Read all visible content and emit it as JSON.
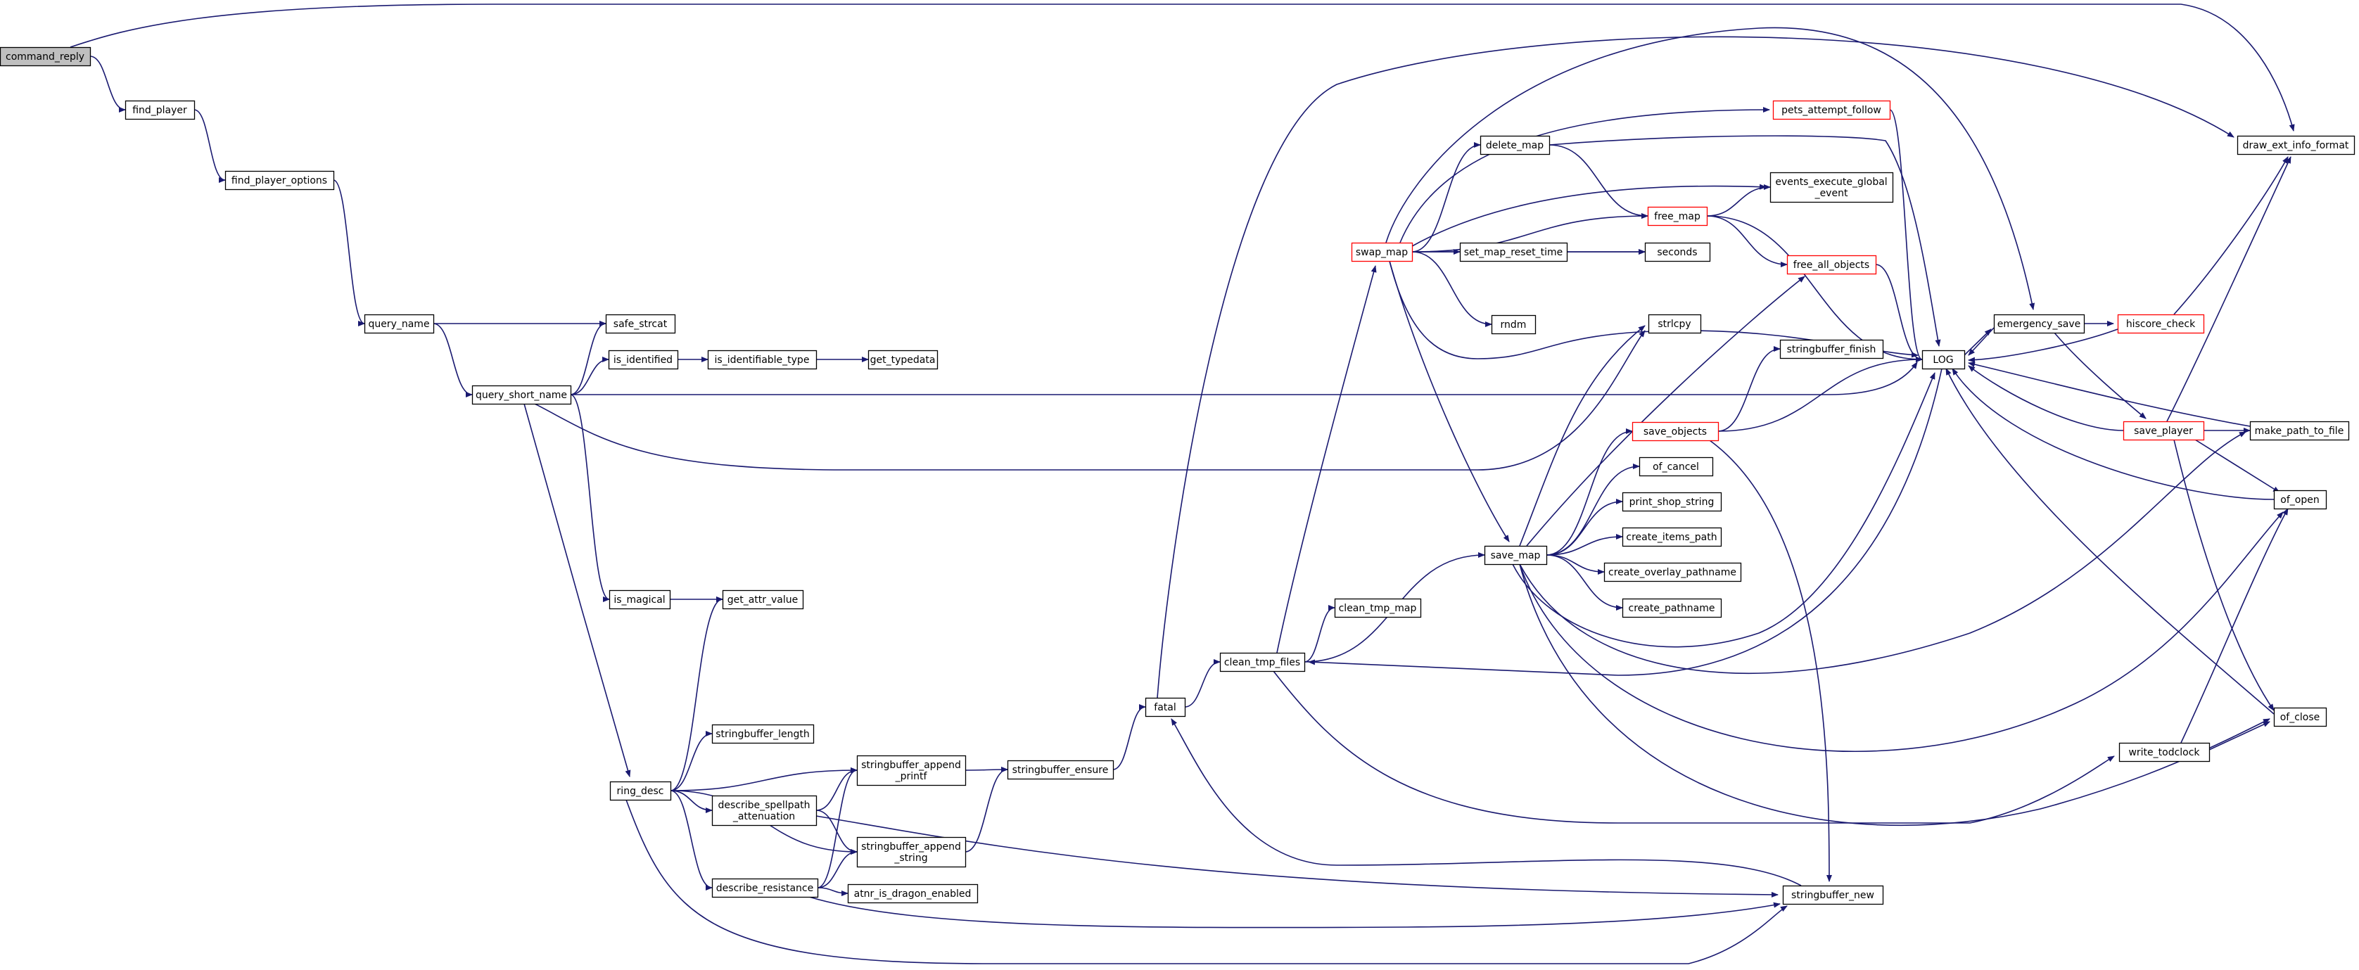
{
  "colors": {
    "edge": "#191970",
    "node_border": "#000000",
    "node_fill": "#ffffff",
    "root_fill": "#bfbfbf",
    "truncated_border": "#ff0000",
    "text": "#000000"
  },
  "nodes": [
    {
      "id": "command_reply",
      "lines": [
        "command_reply"
      ],
      "root": true
    },
    {
      "id": "find_player",
      "lines": [
        "find_player"
      ]
    },
    {
      "id": "find_player_options",
      "lines": [
        "find_player_options"
      ]
    },
    {
      "id": "query_name",
      "lines": [
        "query_name"
      ]
    },
    {
      "id": "safe_strcat",
      "lines": [
        "safe_strcat"
      ]
    },
    {
      "id": "query_short_name",
      "lines": [
        "query_short_name"
      ]
    },
    {
      "id": "is_identified",
      "lines": [
        "is_identified"
      ]
    },
    {
      "id": "is_identifiable_type",
      "lines": [
        "is_identifiable_type"
      ]
    },
    {
      "id": "get_typedata",
      "lines": [
        "get_typedata"
      ]
    },
    {
      "id": "is_magical",
      "lines": [
        "is_magical"
      ]
    },
    {
      "id": "get_attr_value",
      "lines": [
        "get_attr_value"
      ]
    },
    {
      "id": "ring_desc",
      "lines": [
        "ring_desc"
      ]
    },
    {
      "id": "stringbuffer_length",
      "lines": [
        "stringbuffer_length"
      ]
    },
    {
      "id": "describe_spellpath_attenuation",
      "lines": [
        "describe_spellpath",
        "_attenuation"
      ]
    },
    {
      "id": "describe_resistance",
      "lines": [
        "describe_resistance"
      ]
    },
    {
      "id": "atnr_is_dragon_enabled",
      "lines": [
        "atnr_is_dragon_enabled"
      ]
    },
    {
      "id": "stringbuffer_append_printf",
      "lines": [
        "stringbuffer_append",
        "_printf"
      ]
    },
    {
      "id": "stringbuffer_append_string",
      "lines": [
        "stringbuffer_append",
        "_string"
      ]
    },
    {
      "id": "stringbuffer_ensure",
      "lines": [
        "stringbuffer_ensure"
      ]
    },
    {
      "id": "fatal",
      "lines": [
        "fatal"
      ]
    },
    {
      "id": "clean_tmp_files",
      "lines": [
        "clean_tmp_files"
      ]
    },
    {
      "id": "clean_tmp_map",
      "lines": [
        "clean_tmp_map"
      ]
    },
    {
      "id": "swap_map",
      "lines": [
        "swap_map"
      ],
      "truncated": true
    },
    {
      "id": "delete_map",
      "lines": [
        "delete_map"
      ]
    },
    {
      "id": "set_map_reset_time",
      "lines": [
        "set_map_reset_time"
      ]
    },
    {
      "id": "rndm",
      "lines": [
        "rndm"
      ]
    },
    {
      "id": "pets_attempt_follow",
      "lines": [
        "pets_attempt_follow"
      ],
      "truncated": true
    },
    {
      "id": "events_execute_global_event",
      "lines": [
        "events_execute_global",
        "_event"
      ]
    },
    {
      "id": "free_map",
      "lines": [
        "free_map"
      ],
      "truncated": true
    },
    {
      "id": "seconds",
      "lines": [
        "seconds"
      ]
    },
    {
      "id": "free_all_objects",
      "lines": [
        "free_all_objects"
      ],
      "truncated": true
    },
    {
      "id": "stringbuffer_finish",
      "lines": [
        "stringbuffer_finish"
      ]
    },
    {
      "id": "strlcpy",
      "lines": [
        "strlcpy"
      ]
    },
    {
      "id": "save_objects",
      "lines": [
        "save_objects"
      ],
      "truncated": true
    },
    {
      "id": "of_cancel",
      "lines": [
        "of_cancel"
      ]
    },
    {
      "id": "print_shop_string",
      "lines": [
        "print_shop_string"
      ]
    },
    {
      "id": "create_items_path",
      "lines": [
        "create_items_path"
      ]
    },
    {
      "id": "save_map",
      "lines": [
        "save_map"
      ]
    },
    {
      "id": "create_overlay_pathname",
      "lines": [
        "create_overlay_pathname"
      ]
    },
    {
      "id": "create_pathname",
      "lines": [
        "create_pathname"
      ]
    },
    {
      "id": "stringbuffer_new",
      "lines": [
        "stringbuffer_new"
      ]
    },
    {
      "id": "LOG",
      "lines": [
        "LOG"
      ]
    },
    {
      "id": "emergency_save",
      "lines": [
        "emergency_save"
      ]
    },
    {
      "id": "hiscore_check",
      "lines": [
        "hiscore_check"
      ],
      "truncated": true
    },
    {
      "id": "save_player",
      "lines": [
        "save_player"
      ],
      "truncated": true
    },
    {
      "id": "make_path_to_file",
      "lines": [
        "make_path_to_file"
      ]
    },
    {
      "id": "of_open",
      "lines": [
        "of_open"
      ]
    },
    {
      "id": "of_close",
      "lines": [
        "of_close"
      ]
    },
    {
      "id": "write_todclock",
      "lines": [
        "write_todclock"
      ]
    },
    {
      "id": "draw_ext_info_format",
      "lines": [
        "draw_ext_info_format"
      ]
    }
  ],
  "edges": [
    [
      "command_reply",
      "find_player"
    ],
    [
      "command_reply",
      "draw_ext_info_format"
    ],
    [
      "find_player",
      "find_player_options"
    ],
    [
      "find_player_options",
      "query_name"
    ],
    [
      "query_name",
      "safe_strcat"
    ],
    [
      "query_name",
      "query_short_name"
    ],
    [
      "query_short_name",
      "safe_strcat"
    ],
    [
      "query_short_name",
      "is_identified"
    ],
    [
      "query_short_name",
      "LOG"
    ],
    [
      "query_short_name",
      "strlcpy"
    ],
    [
      "query_short_name",
      "is_magical"
    ],
    [
      "query_short_name",
      "ring_desc"
    ],
    [
      "is_identified",
      "is_identifiable_type"
    ],
    [
      "is_identifiable_type",
      "get_typedata"
    ],
    [
      "is_magical",
      "get_attr_value"
    ],
    [
      "ring_desc",
      "get_attr_value"
    ],
    [
      "ring_desc",
      "stringbuffer_length"
    ],
    [
      "ring_desc",
      "stringbuffer_append_printf"
    ],
    [
      "ring_desc",
      "describe_spellpath_attenuation"
    ],
    [
      "ring_desc",
      "stringbuffer_append_string"
    ],
    [
      "ring_desc",
      "describe_resistance"
    ],
    [
      "ring_desc",
      "stringbuffer_new"
    ],
    [
      "describe_spellpath_attenuation",
      "stringbuffer_append_printf"
    ],
    [
      "describe_spellpath_attenuation",
      "stringbuffer_append_string"
    ],
    [
      "describe_spellpath_attenuation",
      "stringbuffer_new"
    ],
    [
      "describe_resistance",
      "stringbuffer_append_printf"
    ],
    [
      "describe_resistance",
      "stringbuffer_append_string"
    ],
    [
      "describe_resistance",
      "atnr_is_dragon_enabled"
    ],
    [
      "describe_resistance",
      "stringbuffer_new"
    ],
    [
      "stringbuffer_append_printf",
      "stringbuffer_ensure"
    ],
    [
      "stringbuffer_append_string",
      "stringbuffer_ensure"
    ],
    [
      "stringbuffer_ensure",
      "fatal"
    ],
    [
      "fatal",
      "clean_tmp_files"
    ],
    [
      "fatal",
      "draw_ext_info_format"
    ],
    [
      "clean_tmp_files",
      "clean_tmp_map"
    ],
    [
      "clean_tmp_files",
      "swap_map"
    ],
    [
      "clean_tmp_files",
      "save_map"
    ],
    [
      "clean_tmp_files",
      "write_todclock"
    ],
    [
      "swap_map",
      "emergency_save"
    ],
    [
      "swap_map",
      "pets_attempt_follow"
    ],
    [
      "swap_map",
      "delete_map"
    ],
    [
      "swap_map",
      "events_execute_global_event"
    ],
    [
      "swap_map",
      "free_map"
    ],
    [
      "swap_map",
      "set_map_reset_time"
    ],
    [
      "swap_map",
      "seconds"
    ],
    [
      "swap_map",
      "rndm"
    ],
    [
      "swap_map",
      "LOG"
    ],
    [
      "swap_map",
      "save_map"
    ],
    [
      "delete_map",
      "free_map"
    ],
    [
      "delete_map",
      "LOG"
    ],
    [
      "free_map",
      "events_execute_global_event"
    ],
    [
      "free_map",
      "free_all_objects"
    ],
    [
      "free_map",
      "LOG"
    ],
    [
      "set_map_reset_time",
      "seconds"
    ],
    [
      "pets_attempt_follow",
      "LOG"
    ],
    [
      "free_all_objects",
      "LOG"
    ],
    [
      "save_map",
      "strlcpy"
    ],
    [
      "save_map",
      "free_all_objects"
    ],
    [
      "save_map",
      "save_objects"
    ],
    [
      "save_map",
      "of_cancel"
    ],
    [
      "save_map",
      "print_shop_string"
    ],
    [
      "save_map",
      "create_items_path"
    ],
    [
      "save_map",
      "create_overlay_pathname"
    ],
    [
      "save_map",
      "create_pathname"
    ],
    [
      "save_map",
      "LOG"
    ],
    [
      "save_map",
      "make_path_to_file"
    ],
    [
      "save_map",
      "of_open"
    ],
    [
      "save_map",
      "of_close"
    ],
    [
      "save_objects",
      "stringbuffer_finish"
    ],
    [
      "save_objects",
      "LOG"
    ],
    [
      "save_objects",
      "stringbuffer_new"
    ],
    [
      "stringbuffer_new",
      "fatal"
    ],
    [
      "LOG",
      "emergency_save"
    ],
    [
      "LOG",
      "clean_tmp_files"
    ],
    [
      "emergency_save",
      "LOG"
    ],
    [
      "emergency_save",
      "hiscore_check"
    ],
    [
      "emergency_save",
      "save_player"
    ],
    [
      "hiscore_check",
      "LOG"
    ],
    [
      "hiscore_check",
      "draw_ext_info_format"
    ],
    [
      "save_player",
      "LOG"
    ],
    [
      "save_player",
      "make_path_to_file"
    ],
    [
      "save_player",
      "of_open"
    ],
    [
      "save_player",
      "of_close"
    ],
    [
      "save_player",
      "draw_ext_info_format"
    ],
    [
      "make_path_to_file",
      "LOG"
    ],
    [
      "of_open",
      "LOG"
    ],
    [
      "of_close",
      "LOG"
    ],
    [
      "write_todclock",
      "of_open"
    ],
    [
      "write_todclock",
      "of_close"
    ]
  ]
}
